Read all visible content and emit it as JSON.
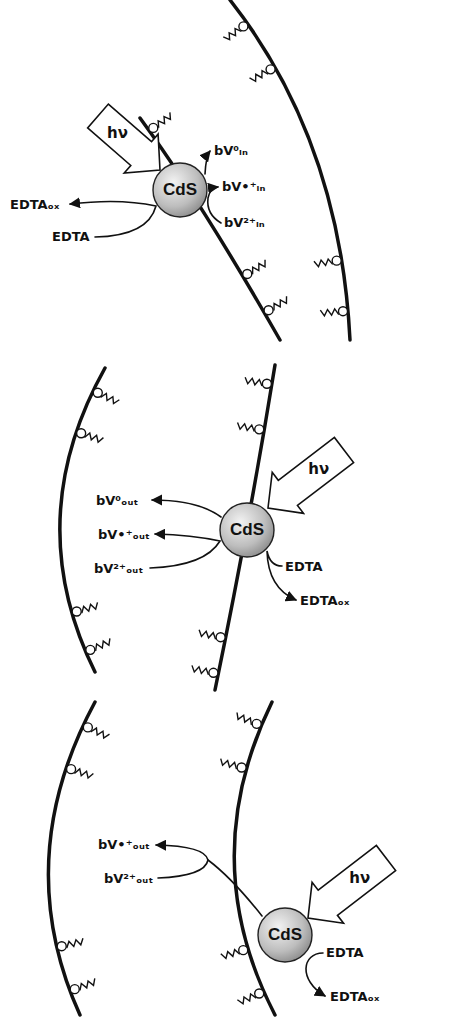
{
  "diagram": {
    "nodes": [
      {
        "text": [
          "hν"
        ]
      },
      {
        "text": [
          "CdS"
        ]
      },
      {
        "text": [
          "hν"
        ]
      },
      {
        "text": [
          "CdS"
        ]
      },
      {
        "text": [
          "hν"
        ]
      },
      {
        "text": [
          "CdS"
        ]
      }
    ],
    "labels": [
      "bV⁰ᵢₙ",
      "bV•⁺ᵢₙ",
      "bV²⁺ᵢₙ",
      "EDTAₒₓ",
      "EDTA",
      "bV⁰ₒᵤₜ",
      "bV•⁺ₒᵤₜ",
      "bV²⁺ₒᵤₜ",
      "EDTA",
      "EDTAₒₓ",
      "bV•⁺ₒᵤₜ",
      "bV²⁺ₒᵤₜ",
      "EDTA",
      "EDTAₒₓ"
    ]
  }
}
